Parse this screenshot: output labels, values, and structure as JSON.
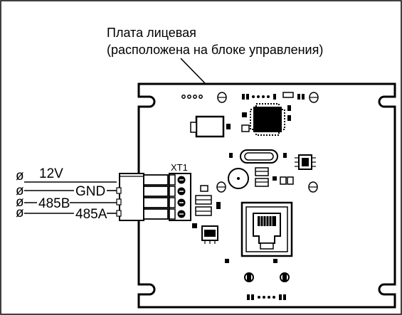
{
  "title": {
    "line1": "Плата лицевая",
    "line2": "(расположена на блоке управления)"
  },
  "connector": {
    "label": "XT1"
  },
  "wires": [
    {
      "label": "12V"
    },
    {
      "label": "GND"
    },
    {
      "label": "485B"
    },
    {
      "label": "485A"
    }
  ],
  "terminal_symbol": "ø"
}
